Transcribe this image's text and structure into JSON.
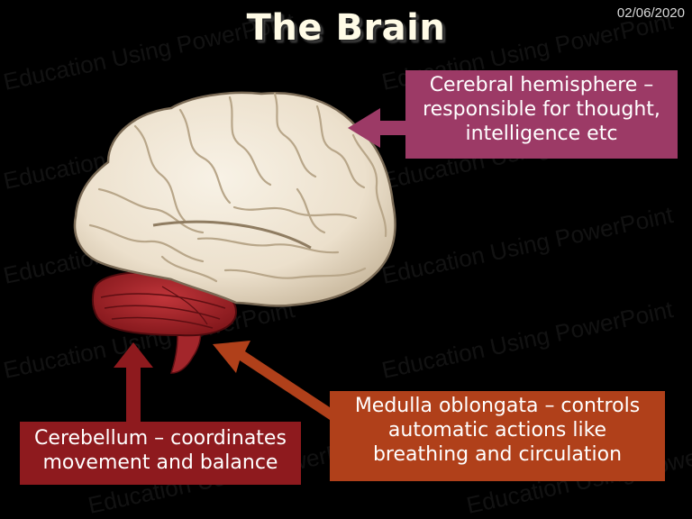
{
  "slide": {
    "title": "The Brain",
    "date": "02/06/2020",
    "watermark": "Education Using PowerPoint"
  },
  "labels": {
    "cerebral": {
      "lines": [
        "Cerebral hemisphere –",
        "responsible for thought,",
        "intelligence etc"
      ],
      "color": "#9c3a66"
    },
    "medulla": {
      "lines": [
        "Medulla oblongata – controls",
        "automatic actions like",
        "breathing and circulation"
      ],
      "color": "#b0401a"
    },
    "cerebellum": {
      "lines": [
        "Cerebellum – coordinates",
        "movement and balance"
      ],
      "color": "#8e1a1e"
    }
  },
  "colors": {
    "background": "#000000",
    "brain_cerebrum": "#efe6d6",
    "brain_cerebellum": "#a01e22",
    "title_text": "#fffbe6"
  }
}
